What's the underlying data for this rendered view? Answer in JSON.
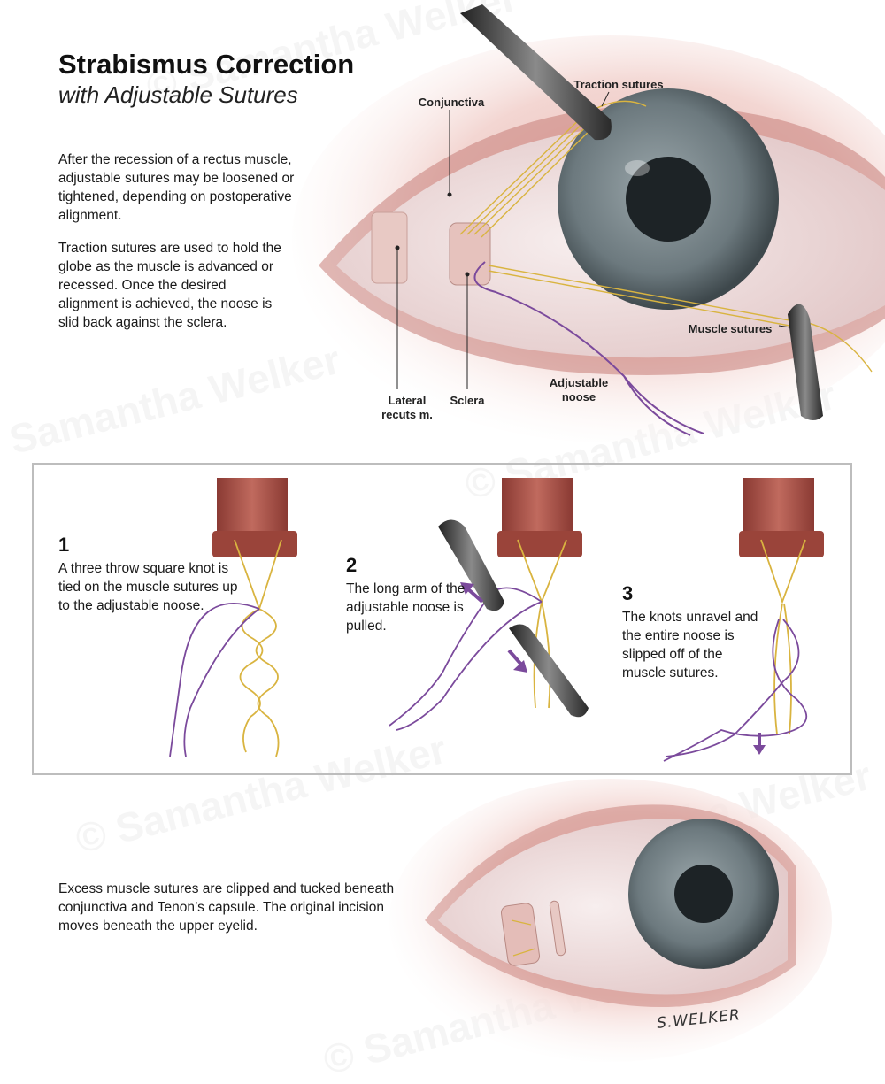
{
  "title": "Strabismus Correction",
  "subtitle": "with Adjustable Sutures",
  "intro_paragraph_1": "After the recession of a rectus muscle, adjustable sutures may be loosened or tightened, depending on postoperative alignment.",
  "intro_paragraph_2": "Traction sutures are used to hold the globe as the muscle is advanced or recessed. Once the desired alignment is achieved, the noose is slid back against the sclera.",
  "labels": {
    "conjunctiva": "Conjunctiva",
    "traction_sutures": "Traction sutures",
    "muscle_sutures": "Muscle sutures",
    "adjustable_noose_1": "Adjustable",
    "adjustable_noose_2": "noose",
    "lateral_rectus_1": "Lateral",
    "lateral_rectus_2": "recuts m.",
    "sclera": "Sclera"
  },
  "steps": [
    {
      "number": "1",
      "text": "A three throw square knot is tied on the muscle sutures up to the adjustable noose."
    },
    {
      "number": "2",
      "text": "The long arm of the adjustable noose is pulled."
    },
    {
      "number": "3",
      "text": "The knots unravel and the entire noose is slipped off of the muscle sutures."
    }
  ],
  "closing_paragraph": "Excess muscle sutures are clipped and tucked beneath conjunctiva and Tenon’s capsule. The original incision moves beneath the upper eyelid.",
  "signature": "S.WELKER",
  "watermark": "© Samantha Welker",
  "colors": {
    "suture_yellow": "#d9b440",
    "noose_purple": "#7b4a9c",
    "muscle_red": "#a0463c",
    "iris_gray": "#6f7b80",
    "panel_border": "#bdbdbd"
  }
}
